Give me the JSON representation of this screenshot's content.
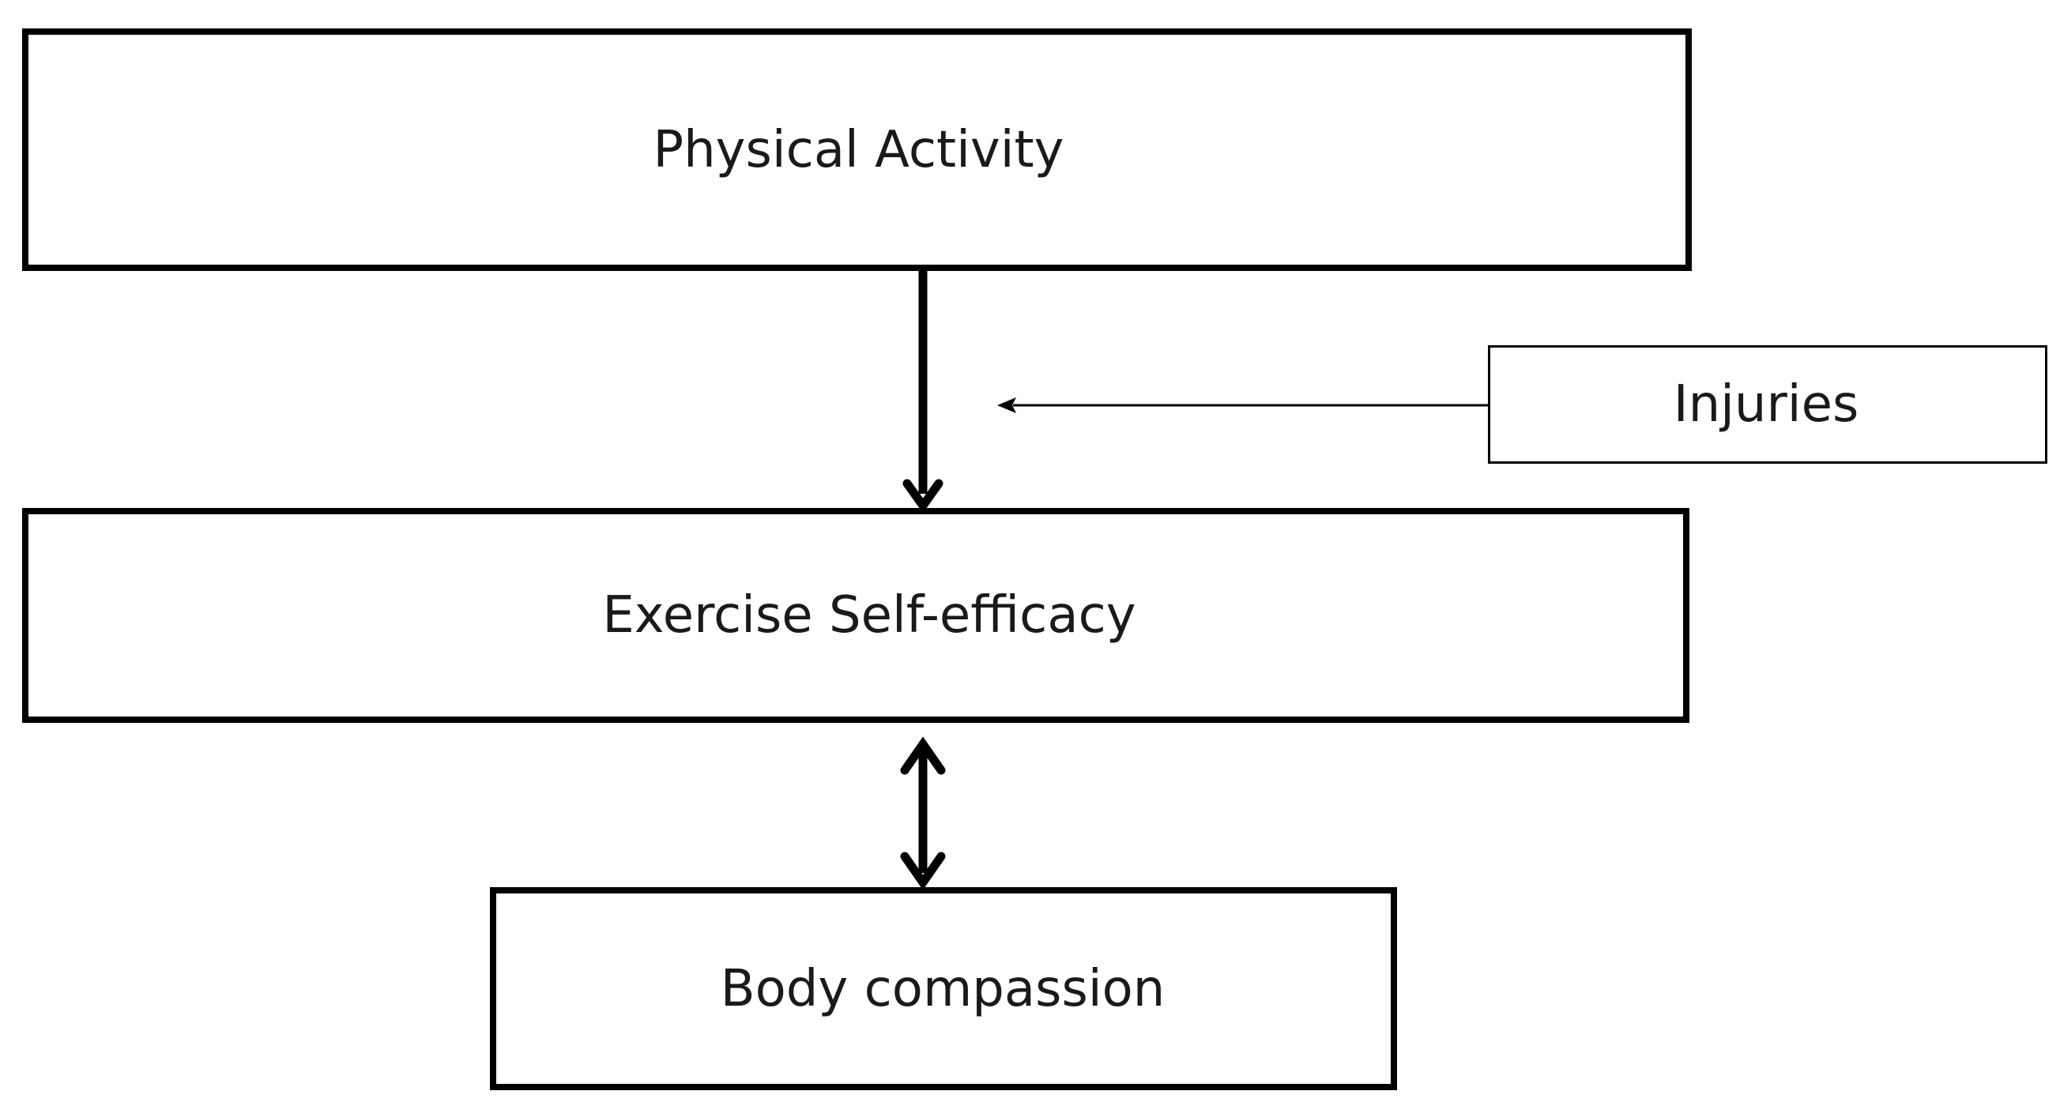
{
  "nodes": {
    "physical_activity": "Physical Activity",
    "exercise_self_efficacy": "Exercise Self-efficacy",
    "body_compassion": "Body compassion",
    "injuries": "Injuries"
  },
  "edges": [
    {
      "from": "physical_activity",
      "to": "exercise_self_efficacy",
      "style": "thick-directed"
    },
    {
      "from": "injuries",
      "to": "physical_activity->exercise_self_efficacy",
      "style": "thin-directed-moderator"
    },
    {
      "from": "exercise_self_efficacy",
      "to": "body_compassion",
      "style": "thick-bidirectional"
    }
  ],
  "colors": {
    "stroke": "#000000",
    "text": "#1a1a1a",
    "background": "#ffffff"
  }
}
